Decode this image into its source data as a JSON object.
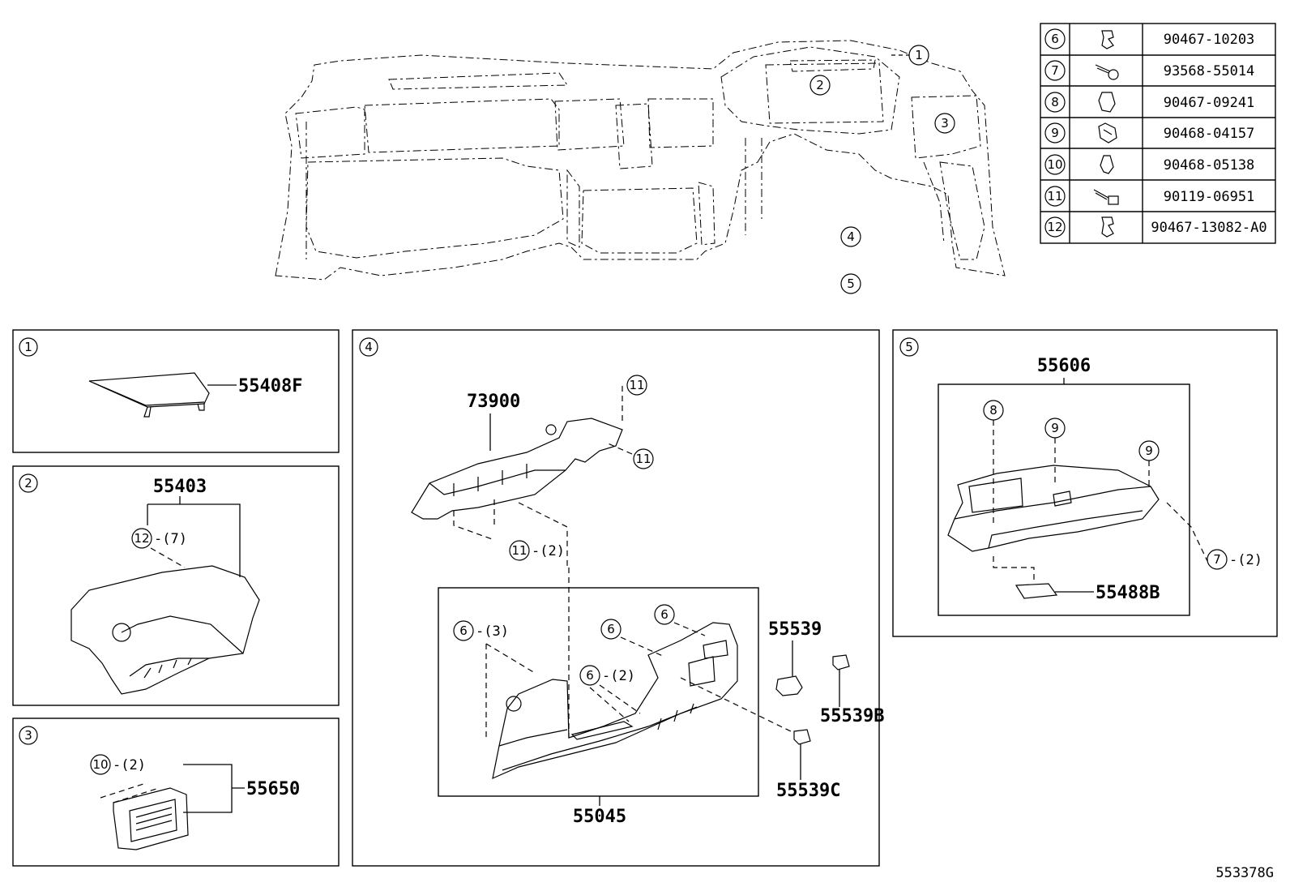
{
  "diagram_code": "553378G",
  "callout_numbers": [
    "1",
    "2",
    "3",
    "4",
    "5"
  ],
  "fastener_table": [
    {
      "ref": "6",
      "icon": "clip-icon",
      "part_no": "90467-10203"
    },
    {
      "ref": "7",
      "icon": "screw-icon",
      "part_no": "93568-55014"
    },
    {
      "ref": "8",
      "icon": "clip-icon",
      "part_no": "90467-09241"
    },
    {
      "ref": "9",
      "icon": "spring-clip-icon",
      "part_no": "90468-04157"
    },
    {
      "ref": "10",
      "icon": "clip-icon",
      "part_no": "90468-05138"
    },
    {
      "ref": "11",
      "icon": "bolt-icon",
      "part_no": "90119-06951"
    },
    {
      "ref": "12",
      "icon": "clip-icon",
      "part_no": "90467-13082-A0"
    }
  ],
  "panel1": {
    "ref": "1",
    "part": "55408F"
  },
  "panel2": {
    "ref": "2",
    "part": "55403",
    "fastener_ref": "12",
    "qty": "-(7)"
  },
  "panel3": {
    "ref": "3",
    "part": "55650",
    "fastener_ref": "10",
    "qty": "-(2)"
  },
  "panel4": {
    "ref": "4",
    "bracket": "73900",
    "bolt_ref": "11",
    "bolt_qty": "-(2)",
    "lower_panel": "55045",
    "clip_ref": "6",
    "clip_qty_a": "-(3)",
    "clip_qty_b": "-(2)",
    "part_a": "55539",
    "part_b": "55539B",
    "part_c": "55539C"
  },
  "panel5": {
    "ref": "5",
    "assembly": "55606",
    "clip8_ref": "8",
    "clip9_ref": "9",
    "screw_ref": "7",
    "screw_qty": "-(2)",
    "part": "55488B"
  }
}
